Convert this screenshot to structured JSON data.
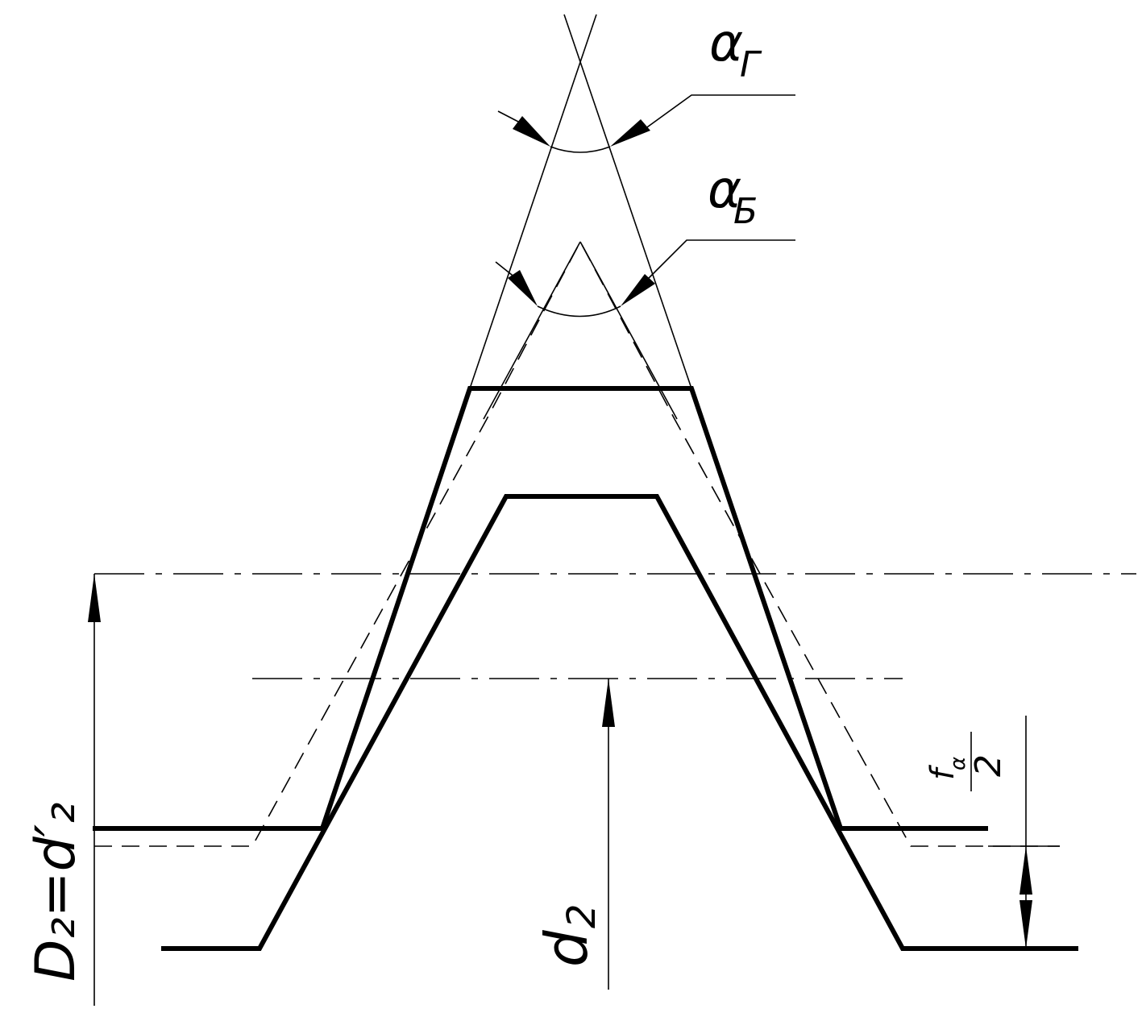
{
  "labels": {
    "alpha_g": {
      "main": "α",
      "sub": "Г"
    },
    "alpha_b": {
      "main": "α",
      "sub": "Б"
    },
    "d2": {
      "main": "d",
      "sub": "2"
    },
    "D2_eq": {
      "text": "D₂=d′₂"
    },
    "f_alpha": {
      "num": "f",
      "num_sub": "α",
      "den": "2"
    }
  }
}
